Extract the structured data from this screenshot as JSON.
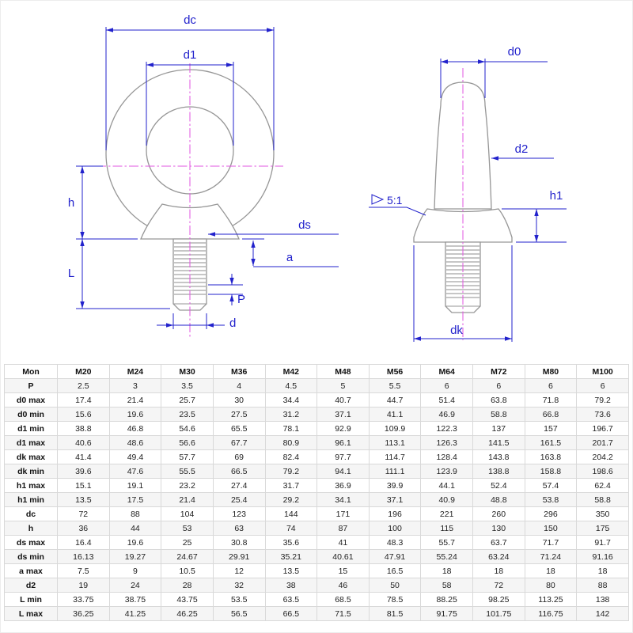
{
  "diagram": {
    "front_view": {
      "labels": {
        "dc": "dc",
        "d1": "d1",
        "h": "h",
        "L": "L",
        "ds": "ds",
        "a": "a",
        "P": "P",
        "d": "d"
      }
    },
    "side_view": {
      "labels": {
        "d0": "d0",
        "d2": "d2",
        "h1": "h1",
        "dk": "dk",
        "taper": "5:1"
      }
    },
    "colors": {
      "dimension_blue": "#2222cc",
      "centerline_magenta": "#e156e1",
      "outline_gray": "#969696"
    }
  },
  "table": {
    "header": [
      "Mon",
      "M20",
      "M24",
      "M30",
      "M36",
      "M42",
      "M48",
      "M56",
      "M64",
      "M72",
      "M80",
      "M100"
    ],
    "rows": [
      {
        "label": "P",
        "values": [
          "2.5",
          "3",
          "3.5",
          "4",
          "4.5",
          "5",
          "5.5",
          "6",
          "6",
          "6",
          "6"
        ]
      },
      {
        "label": "d0 max",
        "values": [
          "17.4",
          "21.4",
          "25.7",
          "30",
          "34.4",
          "40.7",
          "44.7",
          "51.4",
          "63.8",
          "71.8",
          "79.2"
        ]
      },
      {
        "label": "d0 min",
        "values": [
          "15.6",
          "19.6",
          "23.5",
          "27.5",
          "31.2",
          "37.1",
          "41.1",
          "46.9",
          "58.8",
          "66.8",
          "73.6"
        ]
      },
      {
        "label": "d1 min",
        "values": [
          "38.8",
          "46.8",
          "54.6",
          "65.5",
          "78.1",
          "92.9",
          "109.9",
          "122.3",
          "137",
          "157",
          "196.7"
        ]
      },
      {
        "label": "d1 max",
        "values": [
          "40.6",
          "48.6",
          "56.6",
          "67.7",
          "80.9",
          "96.1",
          "113.1",
          "126.3",
          "141.5",
          "161.5",
          "201.7"
        ]
      },
      {
        "label": "dk max",
        "values": [
          "41.4",
          "49.4",
          "57.7",
          "69",
          "82.4",
          "97.7",
          "114.7",
          "128.4",
          "143.8",
          "163.8",
          "204.2"
        ]
      },
      {
        "label": "dk min",
        "values": [
          "39.6",
          "47.6",
          "55.5",
          "66.5",
          "79.2",
          "94.1",
          "111.1",
          "123.9",
          "138.8",
          "158.8",
          "198.6"
        ]
      },
      {
        "label": "h1 max",
        "values": [
          "15.1",
          "19.1",
          "23.2",
          "27.4",
          "31.7",
          "36.9",
          "39.9",
          "44.1",
          "52.4",
          "57.4",
          "62.4"
        ]
      },
      {
        "label": "h1 min",
        "values": [
          "13.5",
          "17.5",
          "21.4",
          "25.4",
          "29.2",
          "34.1",
          "37.1",
          "40.9",
          "48.8",
          "53.8",
          "58.8"
        ]
      },
      {
        "label": "dc",
        "values": [
          "72",
          "88",
          "104",
          "123",
          "144",
          "171",
          "196",
          "221",
          "260",
          "296",
          "350"
        ]
      },
      {
        "label": "h",
        "values": [
          "36",
          "44",
          "53",
          "63",
          "74",
          "87",
          "100",
          "115",
          "130",
          "150",
          "175"
        ]
      },
      {
        "label": "ds max",
        "values": [
          "16.4",
          "19.6",
          "25",
          "30.8",
          "35.6",
          "41",
          "48.3",
          "55.7",
          "63.7",
          "71.7",
          "91.7"
        ]
      },
      {
        "label": "ds min",
        "values": [
          "16.13",
          "19.27",
          "24.67",
          "29.91",
          "35.21",
          "40.61",
          "47.91",
          "55.24",
          "63.24",
          "71.24",
          "91.16"
        ]
      },
      {
        "label": "a max",
        "values": [
          "7.5",
          "9",
          "10.5",
          "12",
          "13.5",
          "15",
          "16.5",
          "18",
          "18",
          "18",
          "18"
        ]
      },
      {
        "label": "d2",
        "values": [
          "19",
          "24",
          "28",
          "32",
          "38",
          "46",
          "50",
          "58",
          "72",
          "80",
          "88"
        ]
      },
      {
        "label": "L min",
        "values": [
          "33.75",
          "38.75",
          "43.75",
          "53.5",
          "63.5",
          "68.5",
          "78.5",
          "88.25",
          "98.25",
          "113.25",
          "138"
        ]
      },
      {
        "label": "L max",
        "values": [
          "36.25",
          "41.25",
          "46.25",
          "56.5",
          "66.5",
          "71.5",
          "81.5",
          "91.75",
          "101.75",
          "116.75",
          "142"
        ]
      }
    ]
  }
}
